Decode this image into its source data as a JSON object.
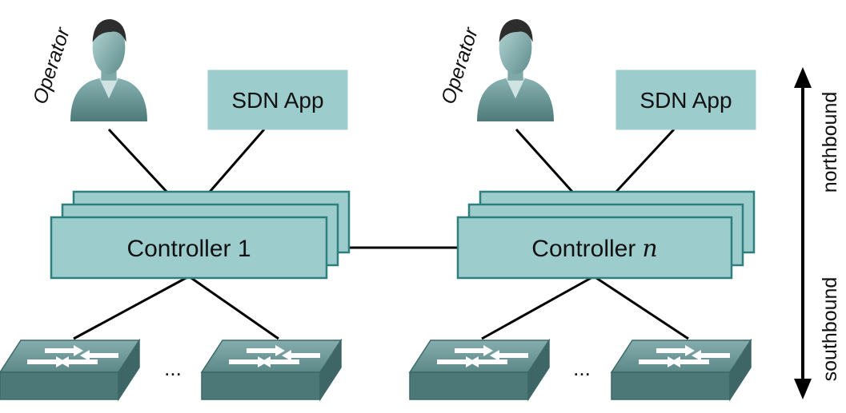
{
  "left_domain": {
    "operator_label": "Operator",
    "app_label": "SDN App",
    "controller_label": "Controller 1",
    "switch_ellipsis": "..."
  },
  "right_domain": {
    "operator_label": "Operator",
    "app_label": "SDN App",
    "controller_prefix": "Controller",
    "controller_index": "n",
    "switch_ellipsis": "..."
  },
  "direction_axis": {
    "top_label": "northbound",
    "bottom_label": "southbound"
  },
  "colors": {
    "box_fill": "#9dcccc",
    "box_stroke": "#2f7f7f",
    "switch_top": "#6f9b9b",
    "switch_side": "#4a7676",
    "operator_body": "#6a9696",
    "line": "#000000"
  }
}
